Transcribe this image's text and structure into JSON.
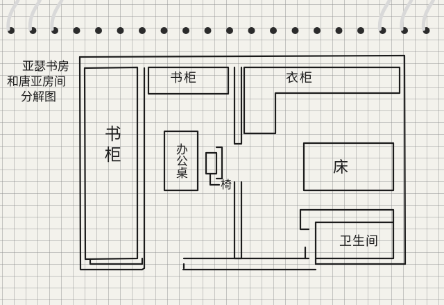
{
  "title": {
    "line1": "亚瑟书房",
    "line2": "和唐亚房间",
    "line3": "分解图"
  },
  "labels": {
    "bookcase_left": "书柜",
    "bookcase_top": "书柜",
    "wardrobe": "衣柜",
    "desk": "办公桌",
    "chair": "椅",
    "bed": "床",
    "bathroom": "卫生间"
  },
  "colors": {
    "ink": "#1b1b1b",
    "paper": "#f3f2ec",
    "grid": "#8c8c8c",
    "ring_hole": "#2b2b2b",
    "ring_wire": "#d9d9d9"
  }
}
